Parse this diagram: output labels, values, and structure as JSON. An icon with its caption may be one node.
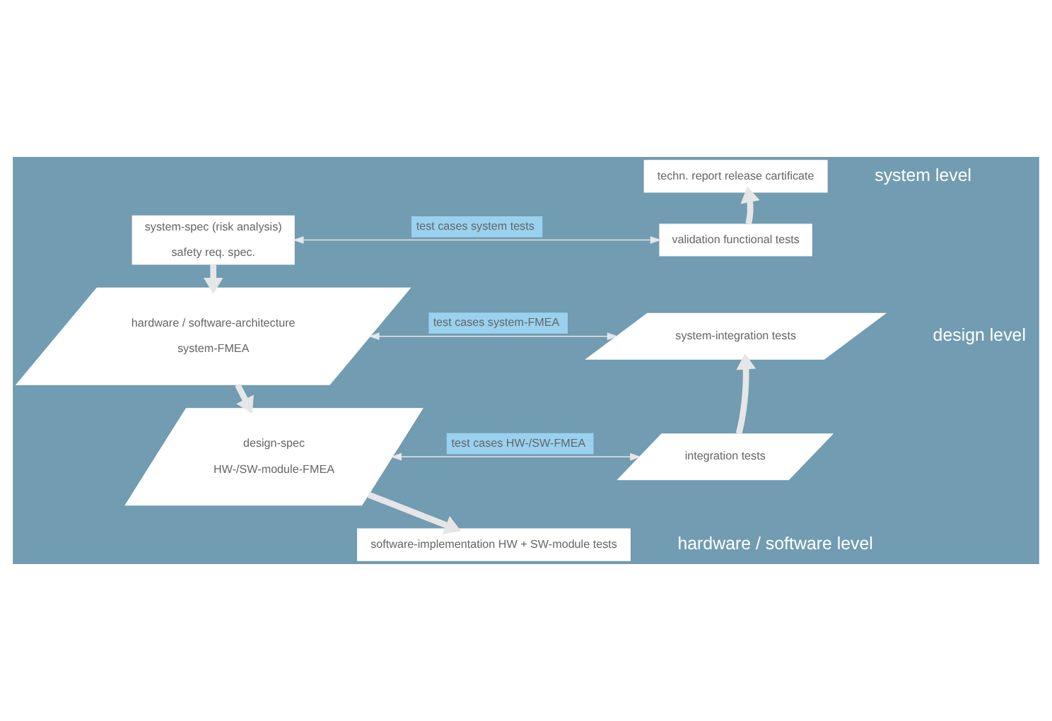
{
  "diagram": {
    "nodes": [
      {
        "text": [
          "system-spec (risk analysis)",
          "safety req. spec."
        ]
      },
      {
        "text": [
          "hardware / software-architecture",
          "system-FMEA"
        ]
      },
      {
        "text": [
          "design-spec",
          "HW-/SW-module-FMEA"
        ]
      },
      {
        "text": [
          "software-implementation HW + SW-module tests"
        ]
      },
      {
        "text": [
          "integration tests"
        ]
      },
      {
        "text": [
          "system-integration tests"
        ]
      },
      {
        "text": [
          "validation functional tests"
        ]
      },
      {
        "text": [
          "techn. report release cartificate"
        ]
      }
    ],
    "edges": [
      {
        "from": 0,
        "to": 1,
        "arrow": "to"
      },
      {
        "from": 1,
        "to": 2,
        "arrow": "to"
      },
      {
        "from": 2,
        "to": 3,
        "arrow": "to"
      },
      {
        "from": 4,
        "to": 5,
        "arrow": "to"
      },
      {
        "from": 6,
        "to": 7,
        "arrow": "to"
      },
      {
        "from": 0,
        "to": 6,
        "arrow": "both",
        "label": "test cases system tests"
      },
      {
        "from": 1,
        "to": 5,
        "arrow": "both",
        "label": "test cases system-FMEA"
      },
      {
        "from": 2,
        "to": 4,
        "arrow": "both",
        "label": "test cases HW-/SW-FMEA"
      }
    ],
    "labels": [
      "system level",
      "design level",
      "hardware / software level"
    ]
  }
}
